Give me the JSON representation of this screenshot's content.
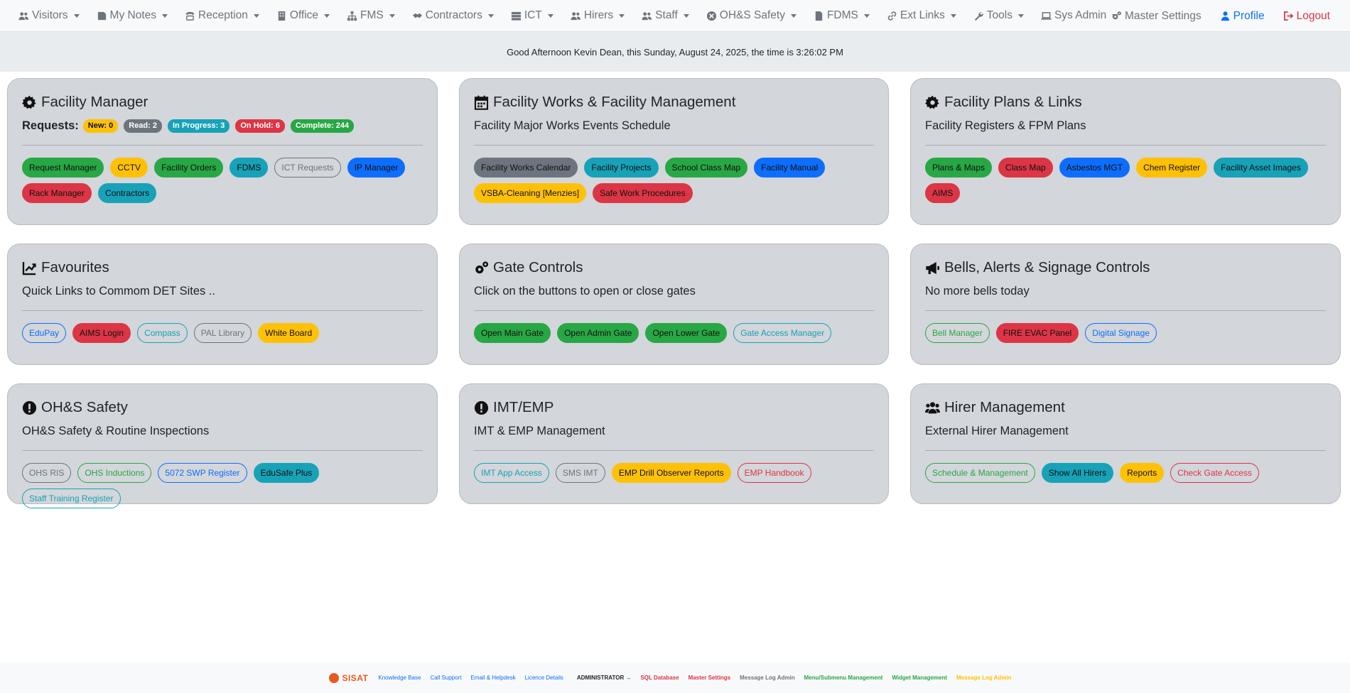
{
  "nav": {
    "left": [
      {
        "label": "Visitors",
        "icon": "users-icon"
      },
      {
        "label": "My Notes",
        "icon": "note-icon"
      },
      {
        "label": "Reception",
        "icon": "phone-icon"
      },
      {
        "label": "Office",
        "icon": "building-icon"
      },
      {
        "label": "FMS",
        "icon": "sitemap-icon"
      },
      {
        "label": "Contractors",
        "icon": "handshake-icon"
      },
      {
        "label": "ICT",
        "icon": "server-icon"
      },
      {
        "label": "Hirers",
        "icon": "users-icon"
      },
      {
        "label": "Staff",
        "icon": "users-icon"
      },
      {
        "label": "OH&S Safety",
        "icon": "circle-x-icon"
      },
      {
        "label": "FDMS",
        "icon": "file-icon"
      },
      {
        "label": "Ext Links",
        "icon": "link-icon"
      },
      {
        "label": "Tools",
        "icon": "wrench-icon"
      },
      {
        "label": "Sys Admin",
        "icon": "laptop-icon"
      }
    ],
    "master_settings": "Master Settings",
    "profile": "Profile",
    "logout": "Logout"
  },
  "greeting": "Good Afternoon Kevin Dean, this Sunday, August 24, 2025, the time is 3:26:02 PM",
  "cards": {
    "facility_manager": {
      "title": "Facility Manager",
      "requests_label": "Requests:",
      "badges": [
        "New: 0",
        "Read: 2",
        "In Progress: 3",
        "On Hold: 6",
        "Complete: 244"
      ],
      "buttons": [
        "Request Manager",
        "CCTV",
        "Facility Orders",
        "FDMS",
        "ICT Requests",
        "IP Manager",
        "Rack Manager",
        "Contractors"
      ]
    },
    "facility_works": {
      "title": "Facility Works & Facility Management",
      "subtitle": "Facility Major Works Events Schedule",
      "buttons": [
        "Facility Works Calendar",
        "Facility Projects",
        "School Class Map",
        "Facility Manual",
        "VSBA-Cleaning [Menzies]",
        "Safe Work Procedures"
      ]
    },
    "facility_plans": {
      "title": "Facility Plans & Links",
      "subtitle": "Facility Registers & FPM Plans",
      "buttons": [
        "Plans & Maps",
        "Class Map",
        "Asbestos MGT",
        "Chem Register",
        "Facility Asset Images",
        "AIMS"
      ]
    },
    "favourites": {
      "title": "Favourites",
      "subtitle": "Quick Links to Commom DET Sites ..",
      "buttons": [
        "EduPay",
        "AIMS Login",
        "Compass",
        "PAL Library",
        "White Board"
      ]
    },
    "gate_controls": {
      "title": "Gate Controls",
      "subtitle": "Click on the buttons to open or close gates",
      "buttons": [
        "Open Main Gate",
        "Open Admin Gate",
        "Open Lower Gate",
        "Gate Access Manager"
      ]
    },
    "bells": {
      "title": "Bells, Alerts & Signage Controls",
      "subtitle": "No more bells today",
      "buttons": [
        "Bell Manager",
        "FIRE EVAC Panel",
        "Digital Signage"
      ]
    },
    "ohs": {
      "title": "OH&S Safety",
      "subtitle": "OH&S Safety & Routine Inspections",
      "buttons": [
        "OHS RIS",
        "OHS Inductions",
        "5072 SWP Register",
        "EduSafe Plus",
        "Staff Training Register"
      ]
    },
    "imt": {
      "title": "IMT/EMP",
      "subtitle": "IMT & EMP Management",
      "buttons": [
        "IMT App Access",
        "SMS IMT",
        "EMP Drill Observer Reports",
        "EMP Handbook"
      ]
    },
    "hirer": {
      "title": "Hirer Management",
      "subtitle": "External Hirer Management",
      "buttons": [
        "Schedule & Management",
        "Show All Hirers",
        "Reports",
        "Check Gate Access"
      ]
    }
  },
  "footer": {
    "logo_text": "SISAT",
    "links": [
      "Knowledge Base",
      "Call Support",
      "Email & Helpdesk",
      "Licence Details"
    ],
    "admin_label": "ADMINISTRATOR →",
    "admin_links": [
      "SQL Database",
      "Master Settings",
      "Message Log Admin",
      "Menu/Submenu Management",
      "Widget Management",
      "Message Log Admin"
    ]
  },
  "colors": {
    "card_bg": "#d3d6da",
    "primary": "#0d6efd",
    "success": "#28a745",
    "warning": "#ffc107",
    "danger": "#dc3545",
    "info": "#17a2b8",
    "secondary": "#6c757d"
  }
}
